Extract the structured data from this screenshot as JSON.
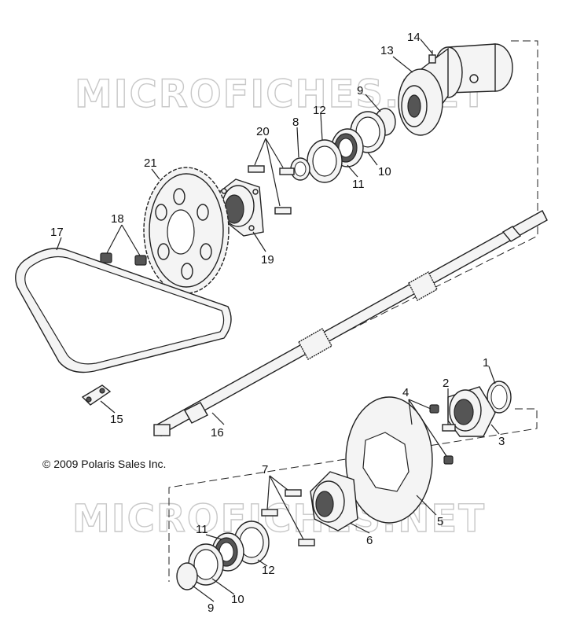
{
  "watermark": "MICROFICHES.NET",
  "copyright": "© 2009 Polaris Sales Inc.",
  "labels": {
    "l1": "1",
    "l2": "2",
    "l3": "3",
    "l4": "4",
    "l5": "5",
    "l6": "6",
    "l7": "7",
    "l8": "8",
    "l9a": "9",
    "l9b": "9",
    "l10a": "10",
    "l10b": "10",
    "l11a": "11",
    "l11b": "11",
    "l12a": "12",
    "l12b": "12",
    "l13": "13",
    "l14": "14",
    "l15": "15",
    "l16": "16",
    "l17": "17",
    "l18": "18",
    "l19": "19",
    "l20": "20",
    "l21": "21"
  }
}
